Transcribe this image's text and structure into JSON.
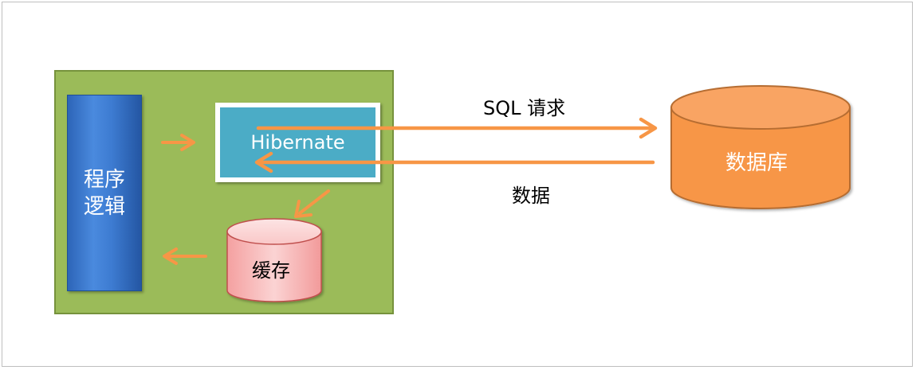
{
  "diagram": {
    "program_logic_label": "程序逻辑",
    "hibernate_label": "Hibernate",
    "cache_label": "缓存",
    "database_label": "数据库",
    "sql_request_label": "SQL 请求",
    "data_label": "数据"
  },
  "colors": {
    "container_green": "#9bbb59",
    "program_logic_blue": "#3d7bd1",
    "hibernate_teal": "#4bacc6",
    "cache_pink": "#f7a9a9",
    "database_orange": "#f79646",
    "arrow_orange": "#f79646"
  }
}
